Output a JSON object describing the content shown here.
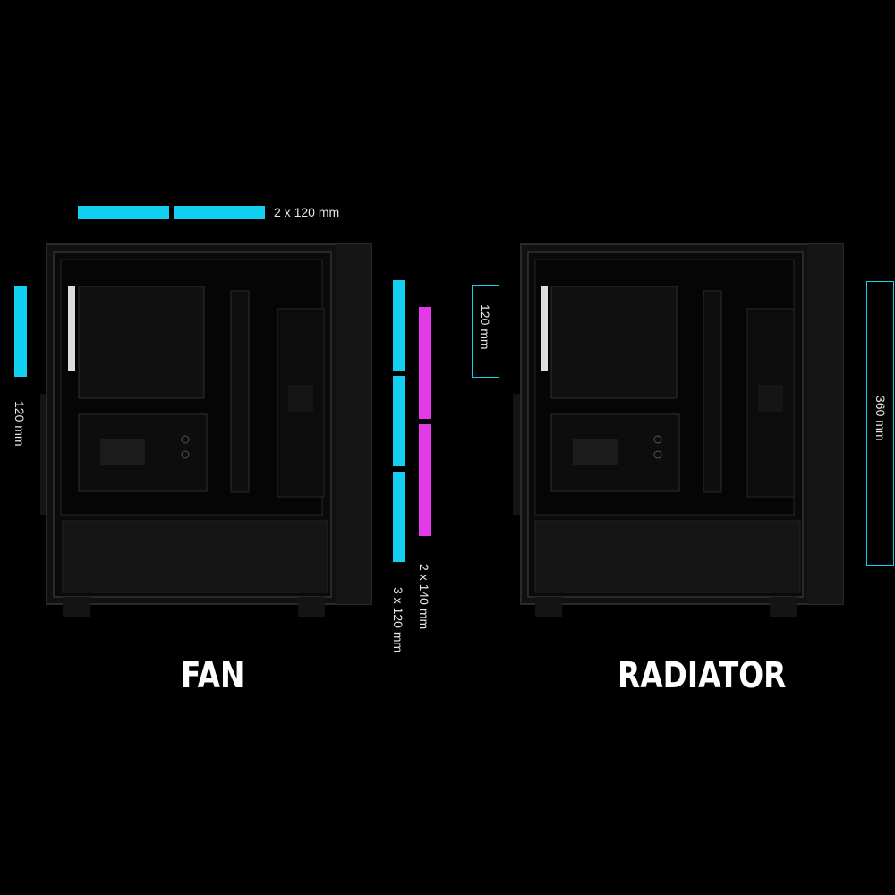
{
  "fan_panel": {
    "title": "FAN",
    "top_label": "2 x 120 mm",
    "side_label": "120 mm",
    "front_label_cyan": "3 x 120 mm",
    "front_label_pink": "2 x 140 mm"
  },
  "radiator_panel": {
    "title": "RADIATOR",
    "side_label": "120 mm",
    "front_label": "360 mm"
  },
  "colors": {
    "cyan": "#13d0f2",
    "pink": "#e23ae6",
    "background": "#000000"
  }
}
